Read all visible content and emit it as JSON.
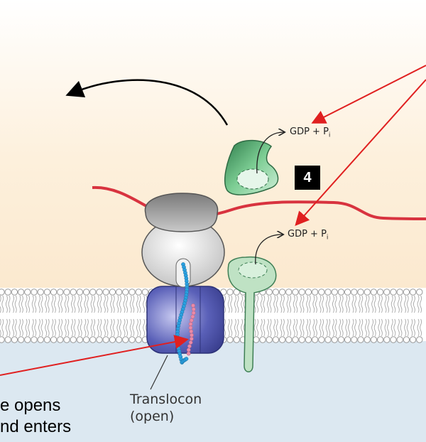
{
  "labels": {
    "gdp_top": {
      "main": "GDP + P",
      "sub": "i"
    },
    "gdp_bottom": {
      "main": "GDP + P",
      "sub": "i"
    },
    "step_number": "4",
    "translocon": [
      "Translocon",
      "(open)"
    ],
    "caption_lines": [
      "e opens",
      "nd enters"
    ]
  },
  "colors": {
    "membrane_head": "#ffffff",
    "membrane_outline": "#9a9a9a",
    "cytosol": "#fdf3e2",
    "lumen": "#dce8f1",
    "mrna": "#d8333f",
    "arrow_red": "#e02020",
    "translocon": "#4a52a8",
    "srp_receptor": "#bfe2c4",
    "srp": "#4fa36a",
    "nascent_chain_blue": "#2aa0e0",
    "nascent_chain_pink": "#e88aa8",
    "ribosome": "#d9d9d9"
  }
}
